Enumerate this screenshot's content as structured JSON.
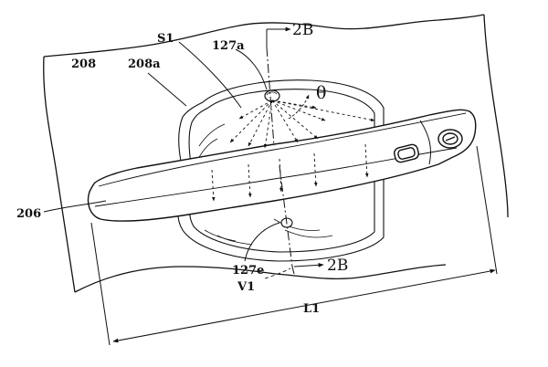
{
  "labels": {
    "section_top": "2B",
    "section_bottom": "2B",
    "s1": "S1",
    "l127a": "127a",
    "l127e": "127e",
    "l208": "208",
    "l208a": "208a",
    "l206": "206",
    "theta": "θ",
    "v1": "V1",
    "l1": "L1"
  },
  "colors": {
    "ink": "#111111",
    "background": "#ffffff"
  }
}
